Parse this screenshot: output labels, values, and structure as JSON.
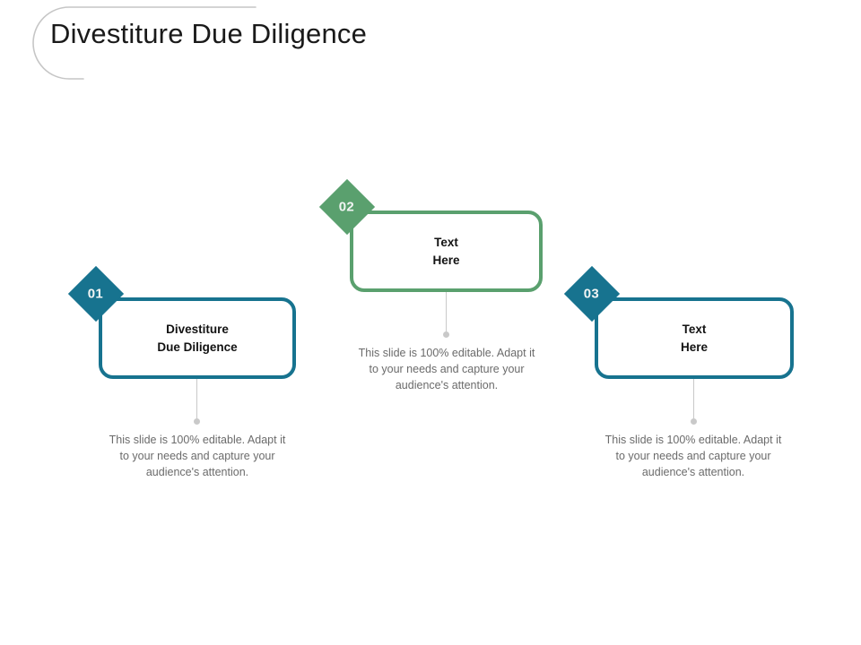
{
  "slide": {
    "title": "Divestiture  Due Diligence",
    "background_color": "#ffffff",
    "title_arc_color": "#c6c6c6"
  },
  "palette": {
    "teal": "#17738f",
    "green": "#5aa06e",
    "connector_gray": "#c9c9c9",
    "description_gray": "#6b6b6b",
    "card_text": "#131313",
    "diamond_number_text": "#f2f5f4"
  },
  "nodes": [
    {
      "number": "01",
      "card_text": "Divestiture\nDue Diligence",
      "description": "This slide is 100% editable. Adapt  it to your needs and capture your audience's attention.",
      "accent_color": "#17738f"
    },
    {
      "number": "02",
      "card_text": "Text\nHere",
      "description": "This slide is 100% editable. Adapt  it to your needs and capture your audience's attention.",
      "accent_color": "#5aa06e"
    },
    {
      "number": "03",
      "card_text": "Text\nHere",
      "description": "This slide is 100% editable. Adapt  it to your needs and capture your audience's attention.",
      "accent_color": "#17738f"
    }
  ]
}
